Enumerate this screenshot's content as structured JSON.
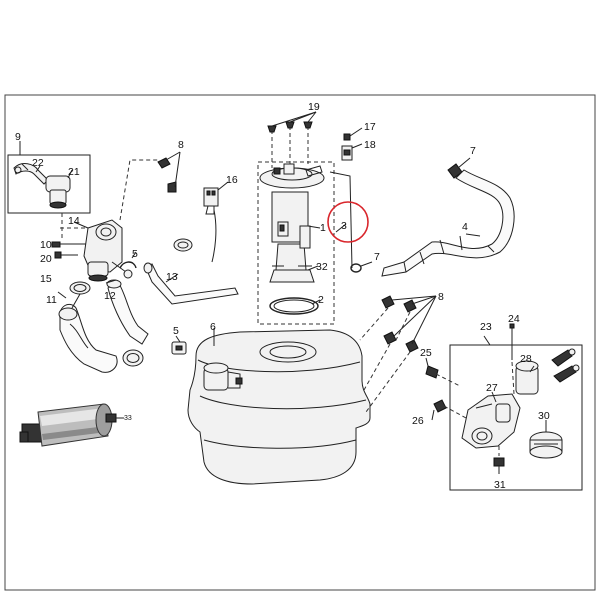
{
  "diagram": {
    "labels": {
      "p1": "1",
      "p2": "2",
      "p3": "3",
      "p4": "4",
      "p5a": "5",
      "p5b": "5",
      "p6": "6",
      "p7a": "7",
      "p7b": "7",
      "p8a": "8",
      "p8b": "8",
      "p9": "9",
      "p10": "10",
      "p11": "11",
      "p12": "12",
      "p13": "13",
      "p14": "14",
      "p15": "15",
      "p16": "16",
      "p17": "17",
      "p18": "18",
      "p19": "19",
      "p20": "20",
      "p21": "21",
      "p22": "22",
      "p23": "23",
      "p24": "24",
      "p25": "25",
      "p26": "26",
      "p27": "27",
      "p28": "28",
      "p30": "30",
      "p31": "31",
      "p32": "32",
      "p33": "33"
    },
    "highlight_color": "#d9262c",
    "line_color": "#222222"
  }
}
